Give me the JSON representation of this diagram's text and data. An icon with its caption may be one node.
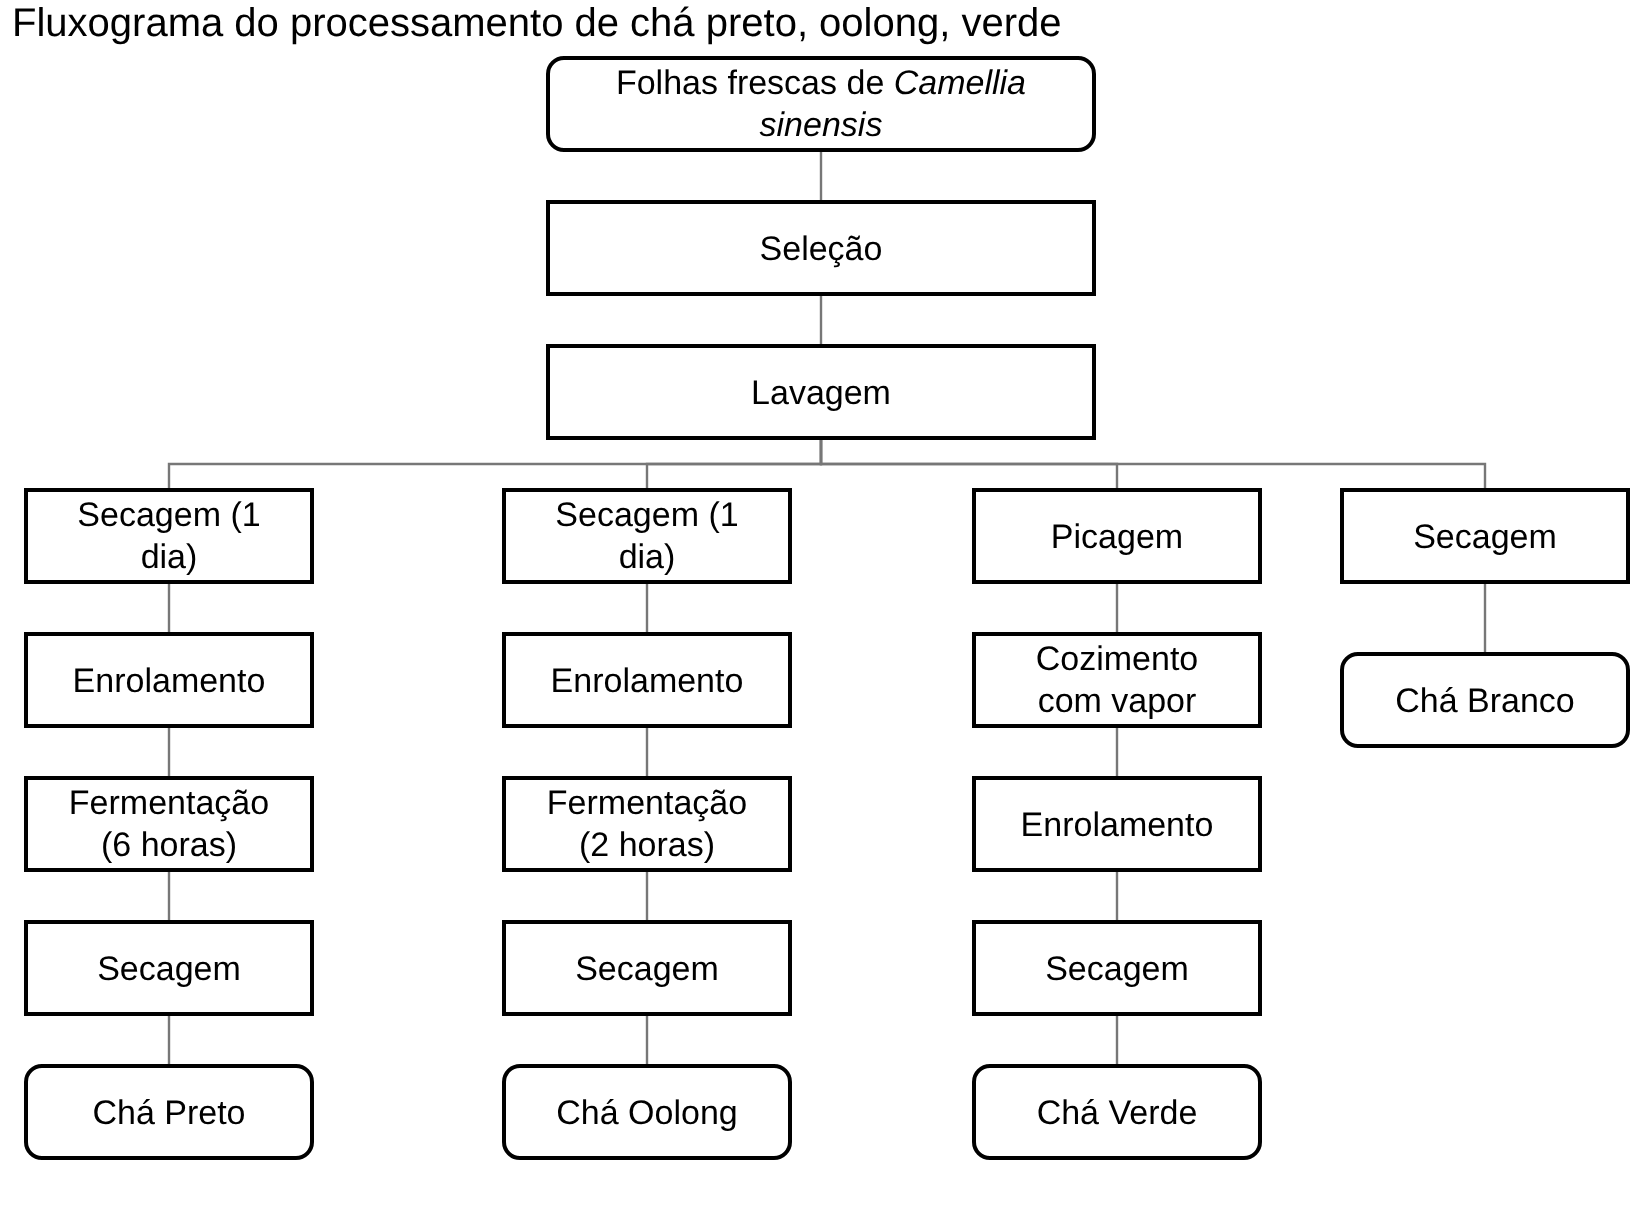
{
  "diagram": {
    "title": "Fluxograma do processamento de chá preto, oolong, verde",
    "nodes": [
      {
        "text": [
          "Folhas frescas de *Camellia sinensis*"
        ]
      },
      {
        "text": [
          "Seleção"
        ]
      },
      {
        "text": [
          "Lavagem"
        ]
      },
      {
        "text": [
          "Secagem (1 dia)"
        ]
      },
      {
        "text": [
          "Enrolamento"
        ]
      },
      {
        "text": [
          "Fermentação (6 horas)"
        ]
      },
      {
        "text": [
          "Secagem"
        ]
      },
      {
        "text": [
          "Chá Preto"
        ]
      },
      {
        "text": [
          "Secagem (1 dia)"
        ]
      },
      {
        "text": [
          "Enrolamento"
        ]
      },
      {
        "text": [
          "Fermentação (2 horas)"
        ]
      },
      {
        "text": [
          "Secagem"
        ]
      },
      {
        "text": [
          "Chá Oolong"
        ]
      },
      {
        "text": [
          "Picagem"
        ]
      },
      {
        "text": [
          "Cozimento com vapor"
        ]
      },
      {
        "text": [
          "Enrolamento"
        ]
      },
      {
        "text": [
          "Secagem"
        ]
      },
      {
        "text": [
          "Chá Verde"
        ]
      },
      {
        "text": [
          "Secagem"
        ]
      },
      {
        "text": [
          "Chá Branco"
        ]
      }
    ],
    "edges": [
      {
        "from": 0,
        "to": 1,
        "arrow": "none"
      },
      {
        "from": 1,
        "to": 2,
        "arrow": "none"
      },
      {
        "from": 2,
        "to": 3,
        "arrow": "none"
      },
      {
        "from": 2,
        "to": 8,
        "arrow": "none"
      },
      {
        "from": 2,
        "to": 13,
        "arrow": "none"
      },
      {
        "from": 2,
        "to": 18,
        "arrow": "none"
      },
      {
        "from": 3,
        "to": 4,
        "arrow": "none"
      },
      {
        "from": 4,
        "to": 5,
        "arrow": "none"
      },
      {
        "from": 5,
        "to": 6,
        "arrow": "none"
      },
      {
        "from": 6,
        "to": 7,
        "arrow": "none"
      },
      {
        "from": 8,
        "to": 9,
        "arrow": "none"
      },
      {
        "from": 9,
        "to": 10,
        "arrow": "none"
      },
      {
        "from": 10,
        "to": 11,
        "arrow": "none"
      },
      {
        "from": 11,
        "to": 12,
        "arrow": "none"
      },
      {
        "from": 13,
        "to": 14,
        "arrow": "none"
      },
      {
        "from": 14,
        "to": 15,
        "arrow": "none"
      },
      {
        "from": 15,
        "to": 16,
        "arrow": "none"
      },
      {
        "from": 16,
        "to": 17,
        "arrow": "none"
      },
      {
        "from": 18,
        "to": 19,
        "arrow": "none"
      }
    ]
  }
}
